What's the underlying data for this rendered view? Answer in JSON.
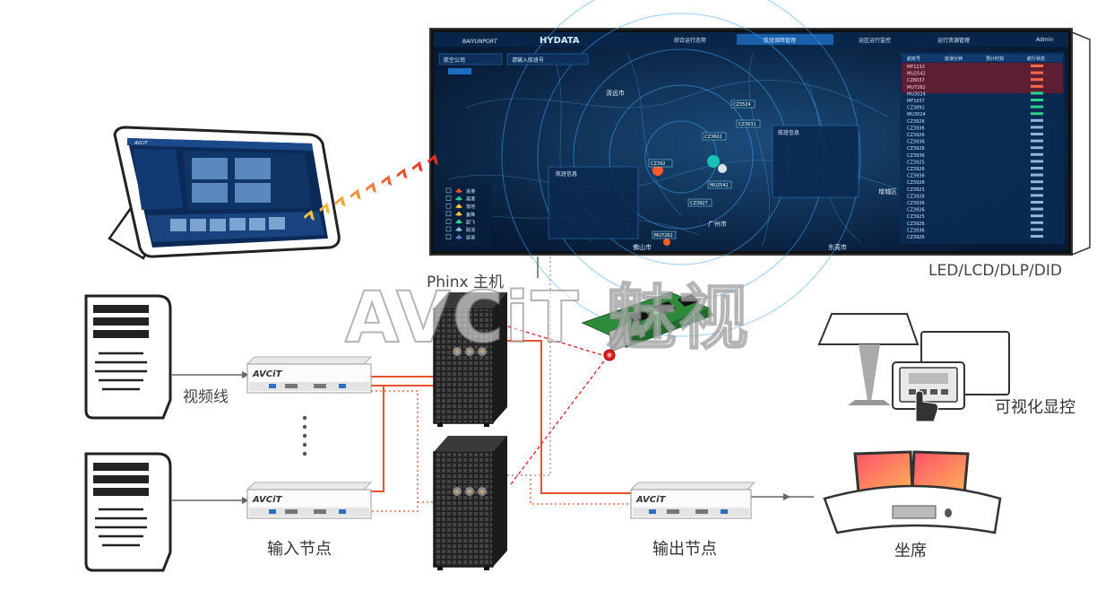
{
  "labels": {
    "display_wall": "LED/LCD/DLP/DID",
    "host": "Phinx 主机",
    "video_cable": "视频线",
    "input_node": "输入节点",
    "output_node": "输出节点",
    "seat": "坐席",
    "visual_control": "可视化显控",
    "watermark": "AVCiT 魅视"
  },
  "node_brand": "AVCiT",
  "screen": {
    "logo_left": "BAIYUNPORT",
    "logo_right": "HYDATA",
    "nav": [
      "综合运行态势",
      "航班保障管理",
      "运区运行监控",
      "运行资源管理"
    ],
    "user": "Admin",
    "filter_airline": "航空公司",
    "filter_search": "请输入航班号",
    "panel_left_title": "航班信息",
    "panel_right_title": "航班信息",
    "table_header": [
      "航班号",
      "延误分钟",
      "预计时刻",
      "航行状态"
    ],
    "flights": [
      "MF1132",
      "MU2542",
      "CZ8037",
      "MU7262",
      "MU3024",
      "MF1037",
      "CZ3892",
      "MU3024",
      "CZ3926",
      "CZ3936",
      "CZ3926",
      "CZ3936",
      "CZ3926",
      "CZ3936",
      "CZ3925",
      "CZ3926",
      "CZ3936",
      "CZ3926",
      "CZ3925",
      "CZ3926",
      "CZ3936",
      "CZ3926",
      "CZ3925",
      "CZ3926",
      "CZ3936",
      "CZ3926"
    ],
    "map_labels": [
      "清远市",
      "广州市",
      "东莞市",
      "佛山市",
      "增城区"
    ],
    "map_flights": [
      "CZ3524",
      "CZ3631",
      "CZ3602",
      "CZ392",
      "MU2542",
      "CZ3927",
      "MU7262"
    ],
    "legend": [
      "进港",
      "离港",
      "落地",
      "备降",
      "起飞",
      "取消",
      "延误"
    ]
  },
  "tablet": {
    "brand": "AVCiT"
  },
  "colors": {
    "link_orange": "#e8532a",
    "link_dotted": "#e8532a",
    "link_gray": "#888888",
    "screen_bg": "#061a35",
    "seat_gradient_start": "#ff5e62",
    "seat_gradient_end": "#ffb457"
  }
}
